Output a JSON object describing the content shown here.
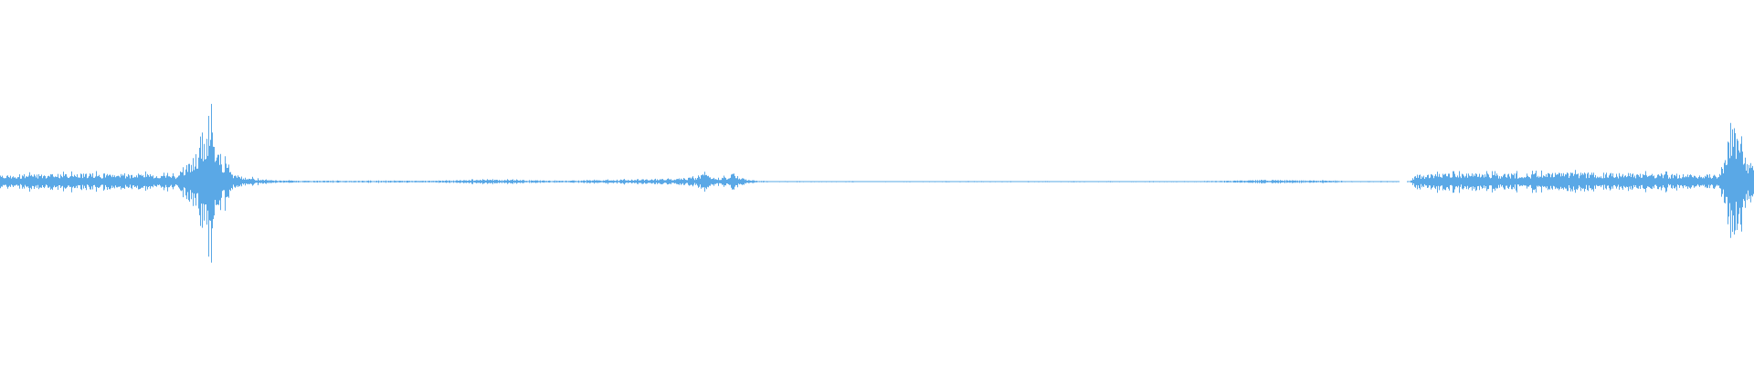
{
  "chart_data": {
    "type": "area",
    "title": "",
    "xlabel": "",
    "ylabel": "",
    "grid": false,
    "legend": "none",
    "color": "#5aa8e6",
    "ylim": [
      -1,
      1
    ],
    "xlim": [
      0,
      1
    ],
    "series": [
      {
        "name": "",
        "x": [
          0.0,
          0.02,
          0.05,
          0.08,
          0.1,
          0.113,
          0.116,
          0.118,
          0.12,
          0.122,
          0.124,
          0.126,
          0.13,
          0.135,
          0.15,
          0.17,
          0.2,
          0.25,
          0.27,
          0.29,
          0.32,
          0.35,
          0.37,
          0.39,
          0.398,
          0.402,
          0.405,
          0.41,
          0.415,
          0.418,
          0.421,
          0.425,
          0.432,
          0.44,
          0.47,
          0.52,
          0.6,
          0.68,
          0.7,
          0.72,
          0.74,
          0.76,
          0.77,
          0.796,
          0.8,
          0.804,
          0.807,
          0.83,
          0.86,
          0.9,
          0.94,
          0.97,
          0.98,
          0.984,
          0.986,
          0.988,
          0.99,
          0.993,
          0.996,
          1.0
        ],
        "y": [
          0.08,
          0.08,
          0.09,
          0.09,
          0.07,
          0.35,
          0.45,
          0.6,
          0.99,
          0.55,
          0.4,
          0.3,
          0.15,
          0.07,
          0.02,
          0.01,
          0.01,
          0.01,
          0.02,
          0.02,
          0.01,
          0.02,
          0.03,
          0.04,
          0.05,
          0.12,
          0.07,
          0.04,
          0.06,
          0.11,
          0.05,
          0.03,
          0.01,
          0.005,
          0.005,
          0.005,
          0.005,
          0.005,
          0.01,
          0.02,
          0.015,
          0.01,
          0.005,
          0.005,
          0.0,
          0.005,
          0.08,
          0.09,
          0.09,
          0.1,
          0.09,
          0.08,
          0.08,
          0.3,
          0.74,
          0.6,
          0.68,
          0.4,
          0.25,
          0.18
        ]
      }
    ]
  }
}
